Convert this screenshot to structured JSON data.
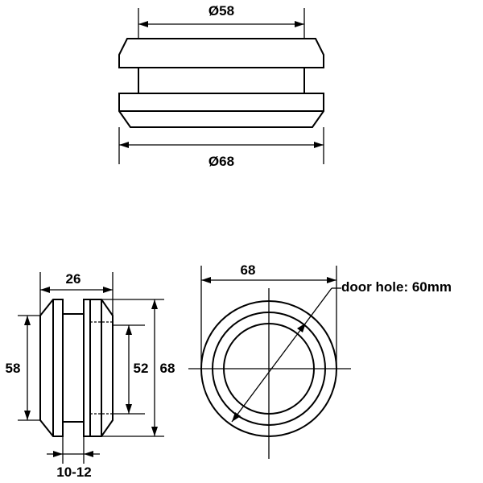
{
  "labels": {
    "top_inner_diameter": "Ø58",
    "top_outer_diameter": "Ø68",
    "side_width": "26",
    "side_height_outer_flange": "58",
    "side_inner_height": "52",
    "side_overall_height": "68",
    "door_thickness": "10-12",
    "front_width": "68",
    "door_hole_note": "door hole: 60mm"
  }
}
